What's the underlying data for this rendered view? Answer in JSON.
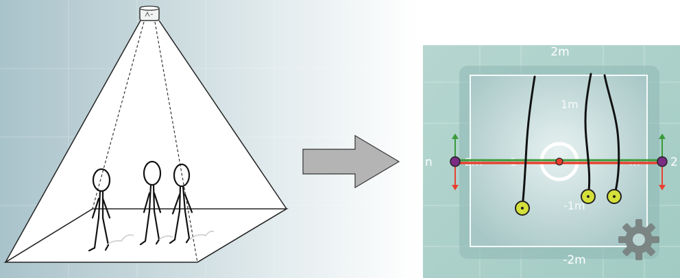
{
  "map": {
    "labels": {
      "top": "2m",
      "upper": "1m",
      "left_outer": "n",
      "left_mid": "-2m",
      "center_left": "-1",
      "center_right": "m",
      "right_outer": "2",
      "lower": "-1m",
      "bottom": "-2m"
    }
  },
  "colors": {
    "x_axis": "#e8402e",
    "y_axis": "#3a9a3a",
    "endpoint": "#7b2d84",
    "person_marker": "#d4e03a",
    "track": "#111111"
  },
  "icons": {
    "camera": "ceiling-camera-icon",
    "settings": "gear-icon",
    "flow": "right-arrow-icon"
  }
}
